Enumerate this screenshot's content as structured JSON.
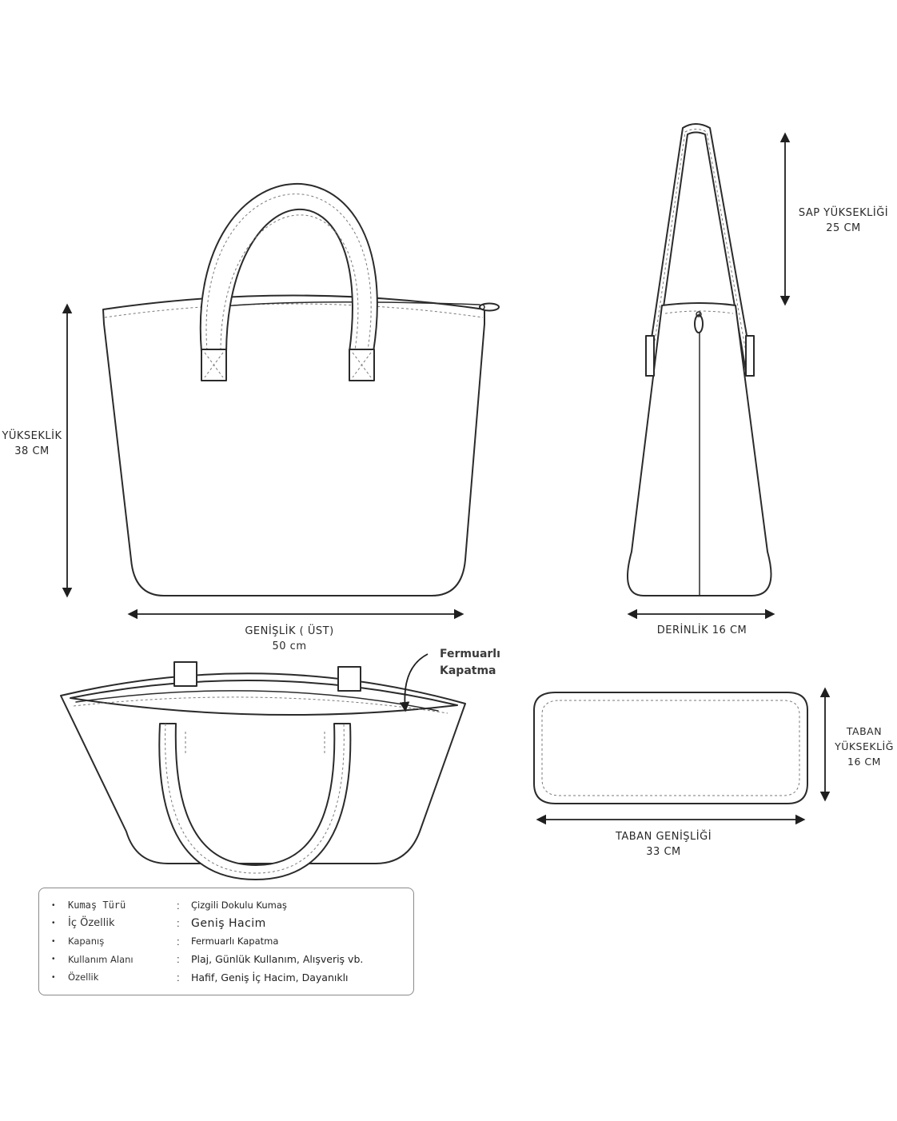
{
  "labels": {
    "handle_height": [
      "SAP YÜKSEKLİĞİ",
      "25 CM"
    ],
    "height": [
      "YÜKSEKLİK",
      "38 CM"
    ],
    "width_top": [
      "GENİŞLİK ( ÜST)",
      "50 cm"
    ],
    "depth": [
      "DERİNLİK 16 CM"
    ],
    "zipper_note": [
      "Fermuarlı",
      "Kapatma"
    ],
    "base_height": [
      "TABAN",
      "YÜKSEKLİĞ",
      "16 CM"
    ],
    "base_width": [
      "TABAN GENİŞLİĞİ",
      "33 CM"
    ]
  },
  "specs": [
    {
      "key": "Kumaş Türü",
      "sep": ":",
      "value": "Çizgili Dokulu Kumaş"
    },
    {
      "key": "İç Özellik",
      "sep": ":",
      "value": "Geniş Hacim"
    },
    {
      "key": "Kapanış",
      "sep": ":",
      "value": "Fermuarlı Kapatma"
    },
    {
      "key": "Kullanım Alanı",
      "sep": ":",
      "value": "Plaj, Günlük Kullanım, Alışveriş vb."
    },
    {
      "key": "Özellik",
      "sep": ":",
      "value": "Hafif, Geniş İç Hacim, Dayanıklı"
    }
  ],
  "icons": {
    "bullet": "•"
  },
  "colors": {
    "line": "#2b2b2b",
    "stitch": "#7a7a7a",
    "box_border": "#8a8a8a"
  }
}
